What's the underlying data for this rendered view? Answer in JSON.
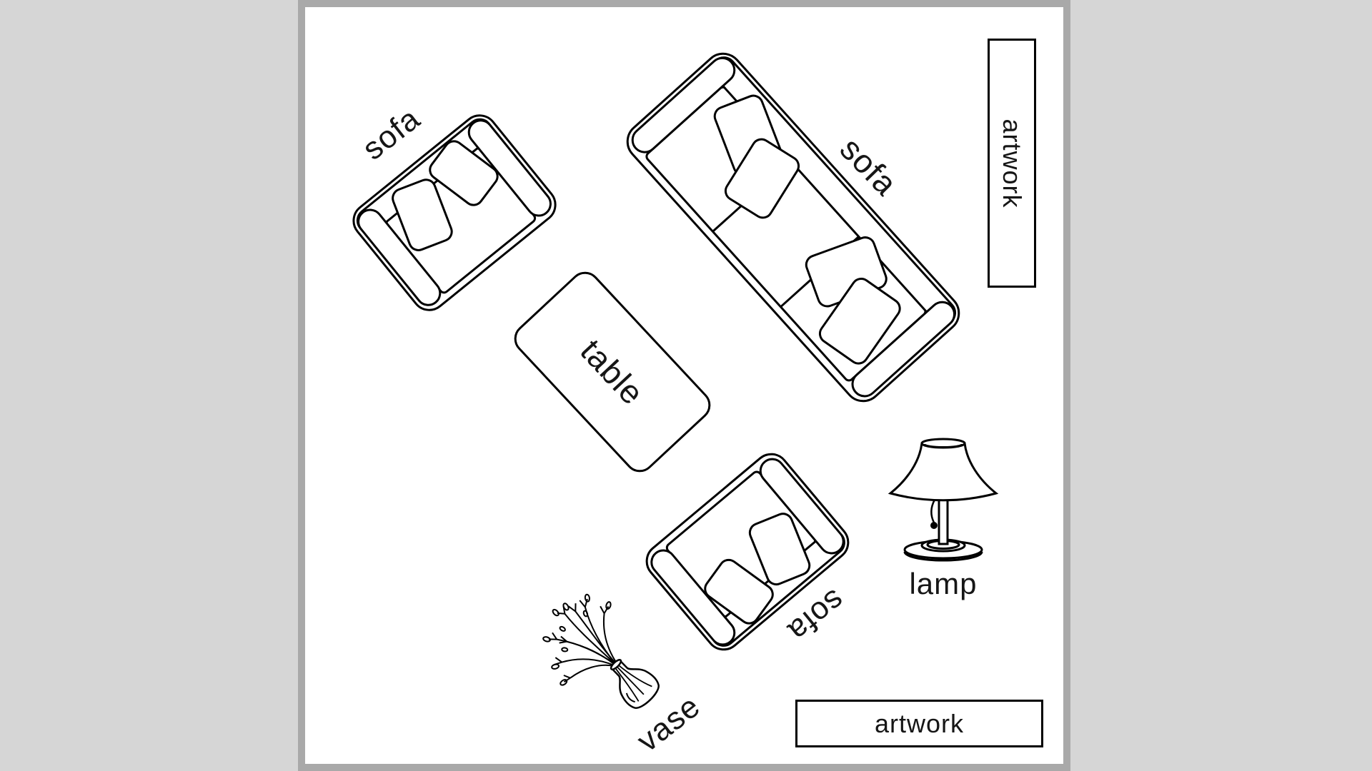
{
  "app": {
    "description": "floor plan canvas with furniture outlines on white board"
  },
  "colors": {
    "page_bg": "#d6d6d6",
    "frame": "#a9a9a9",
    "canvas": "#ffffff",
    "line": "#000000",
    "text": "#161616"
  },
  "floorplan": {
    "items": [
      {
        "id": "sofa-top-left",
        "label": "sofa"
      },
      {
        "id": "sofa-right",
        "label": "sofa"
      },
      {
        "id": "sofa-bottom",
        "label": "sofa"
      },
      {
        "id": "table",
        "label": "table"
      },
      {
        "id": "lamp",
        "label": "lamp"
      },
      {
        "id": "vase",
        "label": "vase"
      },
      {
        "id": "artwork-right",
        "label": "artwork"
      },
      {
        "id": "artwork-bottom",
        "label": "artwork"
      }
    ]
  }
}
